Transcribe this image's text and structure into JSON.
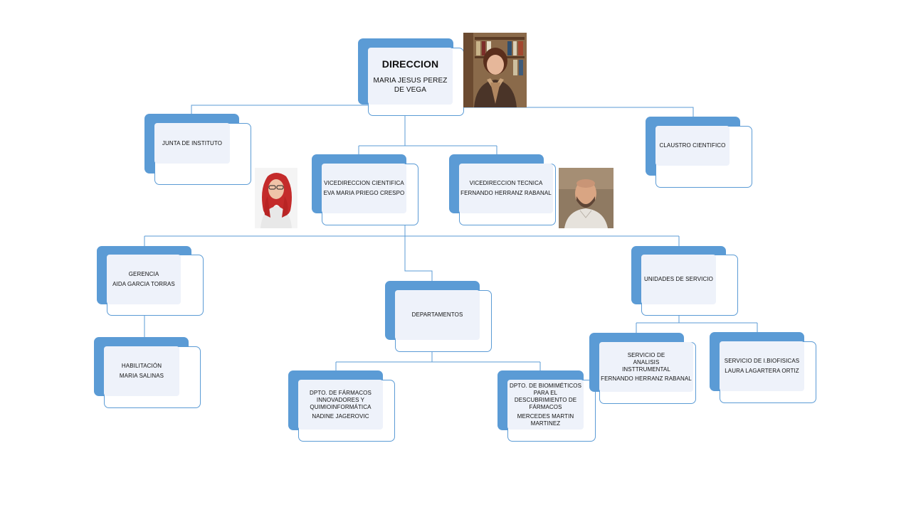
{
  "colors": {
    "accent": "#5b9bd5",
    "box_fill": "#eef2fa",
    "line": "#5b9bd5"
  },
  "org": {
    "direccion": {
      "title": "DIRECCION",
      "name": "MARIA JESUS PEREZ DE VEGA"
    },
    "junta": {
      "title": "JUNTA DE INSTITUTO"
    },
    "claustro": {
      "title": "CLAUSTRO CIENTIFICO"
    },
    "vice_cientifica": {
      "title": "VICEDIRECCION CIENTIFICA",
      "name": "EVA MARIA PRIEGO CRESPO"
    },
    "vice_tecnica": {
      "title": "VICEDIRECCION TECNICA",
      "name": "FERNANDO HERRANZ RABANAL"
    },
    "gerencia": {
      "title": "GERENCIA",
      "name": "AIDA GARCIA TORRAS"
    },
    "habilitacion": {
      "title": "HABILITACIÓN",
      "name": "MARIA SALINAS"
    },
    "departamentos": {
      "title": "DEPARTAMENTOS"
    },
    "unidades": {
      "title": "UNIDADES DE SERVICIO"
    },
    "dpto_farmacos": {
      "title": "DPTO. DE FÁRMACOS INNOVADORES Y QUIMIOINFORMÁTICA",
      "name": "NADINE JAGEROVIC"
    },
    "dpto_biomimeticos": {
      "title": "DPTO. DE BIOMIMÉTICOS PARA EL DESCUBRIMIENTO DE FÁRMACOS",
      "name": "MERCEDES MARTIN MARTINEZ"
    },
    "servicio_analisis": {
      "title": "SERVICIO DE ANALISIS INSTTRUMENTAL",
      "name": "FERNANDO HERRANZ RABANAL"
    },
    "servicio_biofisicas": {
      "title": "SERVICIO DE I.BIOFISICAS",
      "name": "LAURA LAGARTERA ORTIZ"
    }
  }
}
